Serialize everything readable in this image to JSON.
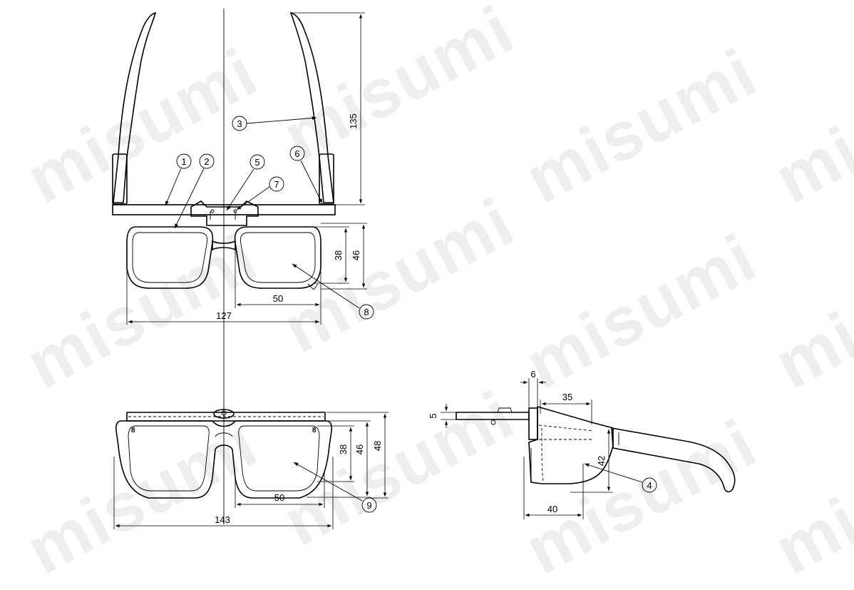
{
  "watermark": "misumi",
  "callouts": [
    "1",
    "2",
    "3",
    "4",
    "5",
    "6",
    "7",
    "8",
    "9"
  ],
  "dimensions": {
    "temple_length": "135",
    "front_lens_height": "38",
    "front_lens_outer_height": "46",
    "front_lens_width": "50",
    "front_total_width": "127",
    "bottom_lens_height": "38",
    "bottom_lens_outer_height": "46",
    "bottom_total_height": "48",
    "bottom_lens_width": "50",
    "bottom_total_width": "143",
    "side_thickness": "5",
    "side_hinge": "6",
    "side_top": "35",
    "side_height": "42",
    "side_bottom": "40"
  },
  "frame_marks": [
    "8",
    "8"
  ]
}
